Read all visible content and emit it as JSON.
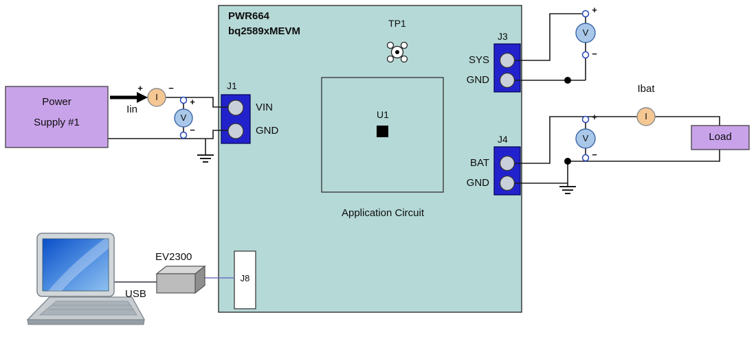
{
  "board": {
    "name_line1": "PWR664",
    "name_line2": "bq2589xMEVM",
    "testpoint_label": "TP1",
    "chip_label": "U1",
    "caption": "Application Circuit",
    "j1": {
      "label": "J1",
      "pin1": "VIN",
      "pin2": "GND"
    },
    "j3": {
      "label": "J3",
      "pin1": "SYS",
      "pin2": "GND"
    },
    "j4": {
      "label": "J4",
      "pin1": "BAT",
      "pin2": "GND"
    },
    "j8_label": "J8"
  },
  "external": {
    "power_supply_line1": "Power",
    "power_supply_line2": "Supply #1",
    "load_label": "Load",
    "usb_label": "USB",
    "ev2300_label": "EV2300"
  },
  "meters": {
    "iin_label": "Iin",
    "ibat_label": "Ibat",
    "ammeter_symbol": "I",
    "voltmeter_symbol": "V",
    "plus": "+",
    "minus": "−"
  },
  "colors": {
    "board_fill": "#b5d9d7",
    "connector_blue": "#2222cc",
    "box_purple": "#c9a3ea",
    "ammeter_fill": "#f5c793",
    "voltmeter_fill": "#a9c7e8"
  }
}
